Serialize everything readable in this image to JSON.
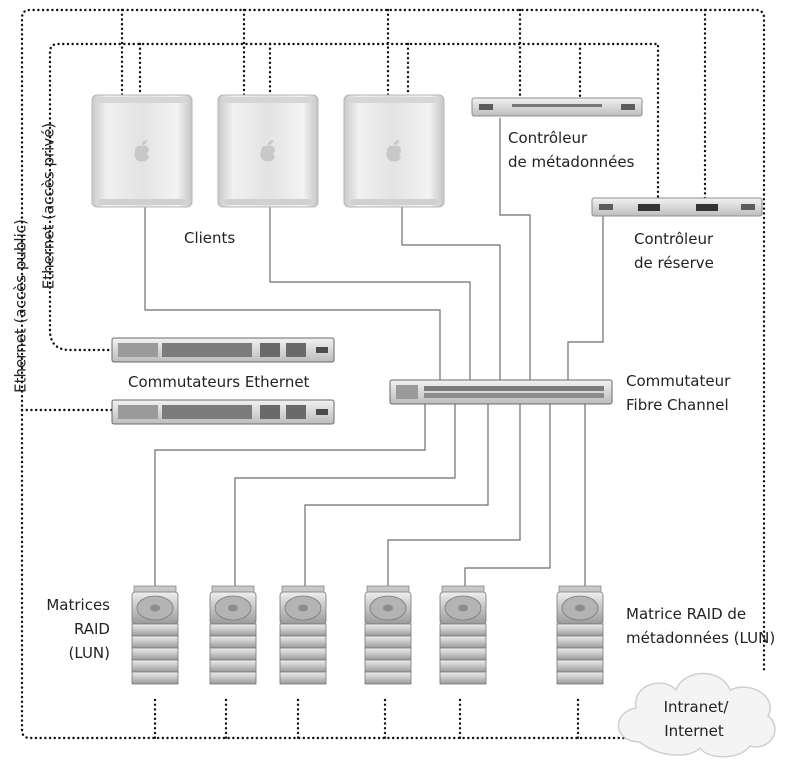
{
  "labels": {
    "ethernet_public": "Ethernet (accès public)",
    "ethernet_private": "Ethernet (accès privé)",
    "clients": "Clients",
    "metadata_controller_l1": "Contrôleur",
    "metadata_controller_l2": "de métadonnées",
    "backup_controller_l1": "Contrôleur",
    "backup_controller_l2": "de réserve",
    "ethernet_switches": "Commutateurs Ethernet",
    "fc_switch_l1": "Commutateur",
    "fc_switch_l2": "Fibre Channel",
    "raid_arrays_l1": "Matrices",
    "raid_arrays_l2": "RAID",
    "raid_arrays_l3": "(LUN)",
    "metadata_raid_l1": "Matrice RAID de",
    "metadata_raid_l2": "métadonnées (LUN)",
    "internet_l1": "Intranet/",
    "internet_l2": "Internet"
  },
  "devices": {
    "clients": [
      "client-1",
      "client-2",
      "client-3"
    ],
    "raid_arrays": [
      "raid-1",
      "raid-2",
      "raid-3",
      "raid-4",
      "raid-5"
    ],
    "metadata_raid": [
      "raid-metadata"
    ]
  },
  "colors": {
    "ethernet_line": "#111111",
    "fibre_line": "#6d6d6d",
    "device_body": "#dcdcdc",
    "label_text": "#222222"
  }
}
